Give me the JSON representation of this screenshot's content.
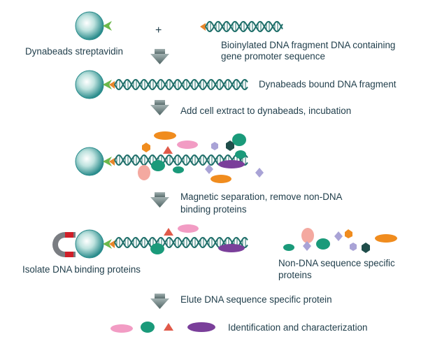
{
  "labels": {
    "beads": "Dynabeads streptavidin",
    "plus": "+",
    "biotin_line1": "Bioinylated DNA fragment DNA containing",
    "biotin_line2": "gene promoter sequence",
    "bound": "Dynabeads bound DNA fragment",
    "extract": "Add cell extract to dynabeads, incubation",
    "magnet_line1": "Magnetic separation, remove non-DNA",
    "magnet_line2": "binding proteins",
    "isolate": "Isolate DNA binding proteins",
    "nonspecific_line1": "Non-DNA sequence specific",
    "nonspecific_line2": "proteins",
    "elute": "Elute DNA sequence specific protein",
    "identify": "Identification and characterization"
  },
  "colors": {
    "text": "#1f3d4a",
    "bead": "#2a8c8c",
    "dna": "#1f6f6a",
    "biotin": "#e8862a",
    "streptavidin": "#6cb84a",
    "arrow": "#5a6f6f",
    "orange_protein": "#f08c1e",
    "pink_protein": "#f29cc4",
    "green_protein": "#1a9a7a",
    "purple_protein": "#7a3f9a",
    "red_protein": "#e05a4a",
    "lavender_protein": "#a9a3d6",
    "darkteal_protein": "#1f4d4a",
    "salmon_protein": "#f4a9a0",
    "magnet_red": "#d0202a",
    "magnet_gray": "#7a7d82"
  }
}
